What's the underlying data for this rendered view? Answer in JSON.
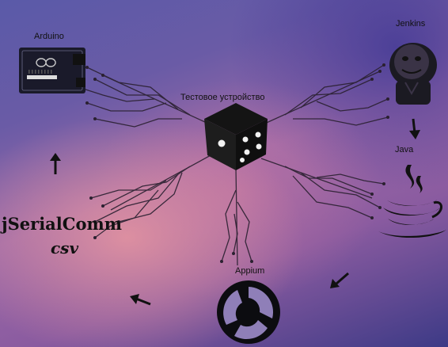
{
  "labels": {
    "arduino": "Arduino",
    "jenkins": "Jenkins",
    "device": "Тестовое  устройство",
    "java": "Java",
    "appium": "Appium"
  },
  "brand": {
    "title": "jSerialComm",
    "subtitle": "csv"
  },
  "icons": [
    "arduino-board-icon",
    "jenkins-butler-icon",
    "dice-cube-icon",
    "java-cup-icon",
    "appium-logo-icon"
  ]
}
